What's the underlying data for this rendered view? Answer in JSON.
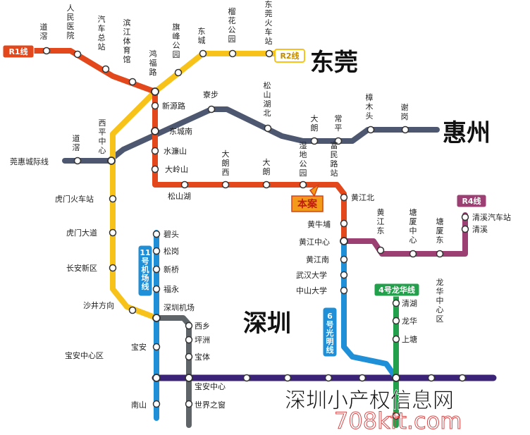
{
  "colors": {
    "R1": "#e2481b",
    "R2": "#f7c21a",
    "R3": "#4d5870",
    "L11": "#1f8fd8",
    "L6": "#1f8fd8",
    "L4": "#23a04b",
    "R4": "#9c3f72",
    "L1": "#3b2378",
    "grey": "#5f6468",
    "highlight": "#e2481b"
  },
  "cities": {
    "dongguan": "东莞",
    "huizhou": "惠州",
    "shenzhen": "深圳"
  },
  "badges": {
    "r1": "R1线",
    "r2": "R2线",
    "r4": "R4线",
    "l11": "11号机场线",
    "l6": "6号光明线",
    "l4": "4号龙华线",
    "project": "本案"
  },
  "stations": {
    "daojiao_top": "道滘",
    "renmin_hospital": "人民医院",
    "bus_terminal": "汽车总站",
    "binjiang_stadium": "滨江体育馆",
    "hongfu_road": "鸿福路",
    "qifeng_park": "旗峰公园",
    "dongcheng": "东城",
    "liuhua_park": "榴花公园",
    "dongguan_railway": "东莞火车站",
    "xinyuan_road": "新源路",
    "zhaibu": "寮步",
    "songshanhu_north": "松山湖北",
    "dalang_r3": "大朗",
    "changping": "常平",
    "zhangmutou": "樟木头",
    "xiegang": "谢岗",
    "dongcheng_south": "东城南",
    "shuilianshan": "水濂山",
    "xiping_center": "西平中心",
    "daojiao_mid": "道滘",
    "guanhui_intercity": "莞惠城际线",
    "dalingshan": "大岭山",
    "dalang_west": "大朗西",
    "dalang_r1": "大朗",
    "shidi_park": "湿地公园",
    "fumin_road": "富民路站",
    "songshan_lake": "松山湖",
    "humen_railway": "虎门火车站",
    "huangjiang_north": "黄江北",
    "huangniupu": "黄牛埔",
    "huangjiang_center": "黄江中心",
    "huangjiang_south": "黄江南",
    "wuhan_univ": "武汉大学",
    "zhongshan_univ": "中山大学",
    "huangjiang_east": "黄江东",
    "tangxia_center": "塘厦中心",
    "tangxia_east": "塘厦东",
    "qingxi_bus": "清溪汽车站",
    "qingxi": "清溪",
    "humen_avenue": "虎门大道",
    "changan_new": "长安新区",
    "bitou": "碧头",
    "songgang": "松岗",
    "xinqiao": "新桥",
    "fuyong": "福永",
    "shenzhen_airport": "深圳机场",
    "shajing": "沙井方向",
    "xixiang": "西乡",
    "pingzhou": "坪洲",
    "baoti": "宝体",
    "baoan": "宝安",
    "baoan_center_district": "宝安中心区",
    "baoan_center": "宝安中心",
    "nanshan": "南山",
    "window_of_world": "世界之窗",
    "qinghu": "清湖",
    "longhua": "龙华",
    "shangtang": "上塘",
    "longhua_center": "龙华中心区"
  },
  "watermark": {
    "line1": "深圳小产权信息网",
    "line2": "708kft.com"
  }
}
